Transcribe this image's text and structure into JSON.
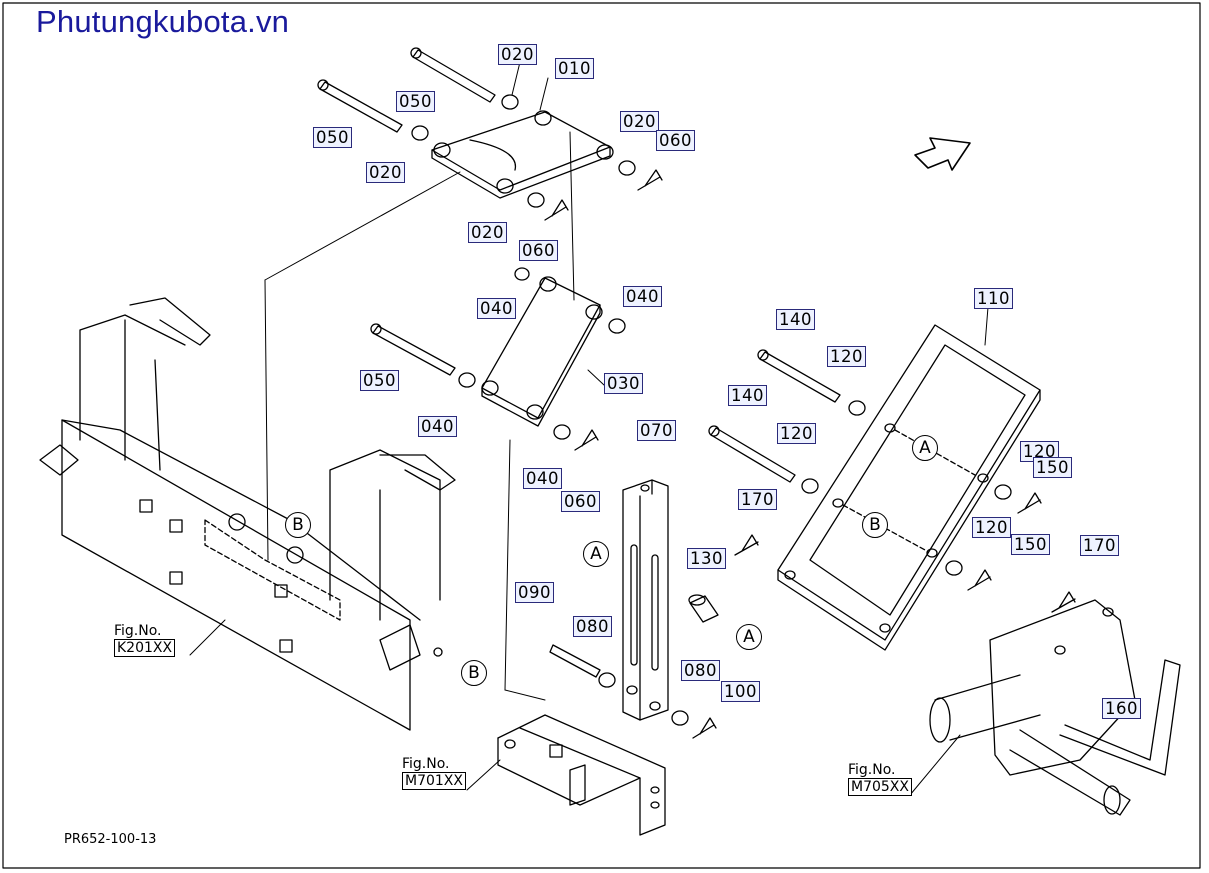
{
  "brand": "Phutungkubota.vn",
  "doc_code": "PR652-100-13",
  "fig_label": "Fig.No.",
  "figs": [
    {
      "code": "K201XX"
    },
    {
      "code": "M701XX"
    },
    {
      "code": "M705XX"
    }
  ],
  "callouts": [
    "020",
    "010",
    "050",
    "050",
    "020",
    "020",
    "060",
    "020",
    "060",
    "040",
    "040",
    "050",
    "040",
    "030",
    "040",
    "060",
    "070",
    "130",
    "090",
    "080",
    "080",
    "100",
    "110",
    "140",
    "120",
    "140",
    "120",
    "120",
    "150",
    "120",
    "150",
    "170",
    "170",
    "160"
  ],
  "markers": [
    "A",
    "B",
    "A",
    "A",
    "B",
    "B"
  ]
}
